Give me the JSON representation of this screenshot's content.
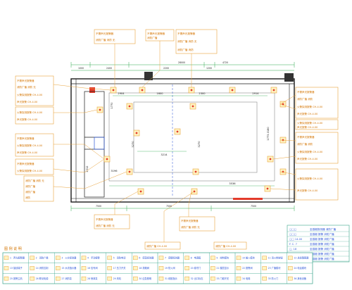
{
  "dimensions": {
    "top_total": "28000",
    "top_left_gap": "1000",
    "top_mid_a": "2400",
    "top_right_a": "2200",
    "top_right_b": "1200",
    "top_far_right": "4720",
    "bottom_left": "7500",
    "bottom_mid": "7500",
    "bottom_right": "7500",
    "inner_a": "2904",
    "inner_b": "1600",
    "inner_c": "2300",
    "inner_d": "2914",
    "left_vert": "1770",
    "left_vert_b": "2312",
    "inner_vert_a": "3270",
    "inner_vert_b": "3270",
    "right_vert": "1773.0180",
    "inner_horiz": "3214",
    "inner_low_a": "3196",
    "inner_low_b": "3536"
  },
  "callouts": {
    "top_left": [
      "不需声光报警器",
      "消防广播 消防 无"
    ],
    "top_mid": [
      "不需声光报警器",
      "消防广播"
    ],
    "top_right": [
      "不需声光报警器",
      "消防广播 消防 无",
      "消防广播 消防"
    ],
    "left_a": [
      "不需声光报警器",
      "消防广播 消防 无",
      "火警探测报警 CH-4.00",
      "声光报警 CH-4.00"
    ],
    "left_b": [
      "火警探测报警 CH-4.00",
      "声光报警 CH-4.00"
    ],
    "left_c": [
      "不需声光报警器",
      "火警探测报警 CH-4.00",
      "声光报警 CH-4.00"
    ],
    "left_d": [
      "不需声光报警器",
      "火警探测报警 CH-4.00"
    ],
    "left_e": [
      "消防广播 消防 无",
      "消防广播",
      "消防广播",
      "消防"
    ],
    "right_a": [
      "不需声光报警器",
      "消防广播 消防",
      "火警探测报警 CH-4.00",
      "声光报警 CH-4.00"
    ],
    "right_b": [
      "火警探测报警 CH-4.00",
      "声光报警 CH-4.00"
    ],
    "right_c": [
      "不需声光报警器",
      "消防广播 消防",
      "火警探测报警 CH-4.00",
      "声光报警 CH-4.00"
    ],
    "right_d": [
      "火警探测报警 CH-4.00",
      "声光报警 CH-4.00"
    ],
    "bottom_a": [
      "不需声光报警器",
      "消防广播 消防 无"
    ],
    "bottom_b": [
      "不需声光报警器",
      "消防广播 消防 无"
    ],
    "bottom_c": [
      "消防广播 CH-4.00"
    ],
    "bottom_d": [
      "消防广播 CH-4.00"
    ]
  },
  "notes": {
    "rows": [
      [
        "□□□",
        "至感烟探测器 消防广播"
      ],
      [
        "□□□",
        "至感烟 报警 消防广播"
      ],
      [
        "□□ 14.00",
        "至感烟 报警 消防广播"
      ],
      [
        "F. C. 7",
        "至感烟 报警 消防广播"
      ],
      [
        "□, 18",
        "至感烟 报警 消防广播"
      ],
      [
        "□□□",
        "至感烟 报警 消防广播"
      ],
      [
        "□□□",
        "至感烟 报警 消防广播"
      ]
    ]
  },
  "legend": {
    "title": "图 例 说 明",
    "items": [
      [
        "1",
        "声光报警器"
      ],
      [
        "2",
        "消防广播"
      ],
      [
        "3",
        "火灾探测器"
      ],
      [
        "4",
        "手动报警"
      ],
      [
        "5",
        "消防电话"
      ],
      [
        "6",
        "感温探测器"
      ],
      [
        "7",
        "感烟探测器"
      ],
      [
        "8",
        "电源箱"
      ],
      [
        "9",
        "控制模块"
      ],
      [
        "10",
        "输入模块"
      ],
      [
        "11",
        "消火栓按钮"
      ],
      [
        "12",
        "总线隔离器"
      ],
      [
        "13",
        "接线端子"
      ],
      [
        "14",
        "消防控制"
      ],
      [
        "15",
        "水流指示器"
      ],
      [
        "16",
        "信号阀"
      ],
      [
        "17",
        "压力开关"
      ],
      [
        "18",
        "排烟阀"
      ],
      [
        "19",
        "防火阀"
      ],
      [
        "20",
        "卷帘门"
      ],
      [
        "21",
        "楼层显示"
      ],
      [
        "22",
        "报警阀"
      ],
      [
        "23",
        "广播模块"
      ],
      [
        "24",
        "电话模块"
      ],
      [
        "25",
        "报警主机"
      ],
      [
        "26",
        "联动电源"
      ],
      [
        "27",
        "消防泵"
      ],
      [
        "28",
        "喷淋泵"
      ],
      [
        "29",
        "风机"
      ],
      [
        "30",
        "应急照明"
      ],
      [
        "31",
        "疏散指示"
      ],
      [
        "32",
        "出口标志"
      ],
      [
        "33",
        "门磁开关"
      ],
      [
        "34",
        "电梯"
      ],
      [
        "35",
        "防火门"
      ],
      [
        "36",
        "其他设备"
      ]
    ]
  },
  "colors": {
    "callout": "#e8a23a",
    "callout_text": "#d47400",
    "wall": "#1a1a1a",
    "dim": "#2fa84f",
    "axis": "#2b55d6",
    "grey": "#8a8a8a",
    "red": "#e33b2b",
    "legend_border": "#3aa68b"
  }
}
